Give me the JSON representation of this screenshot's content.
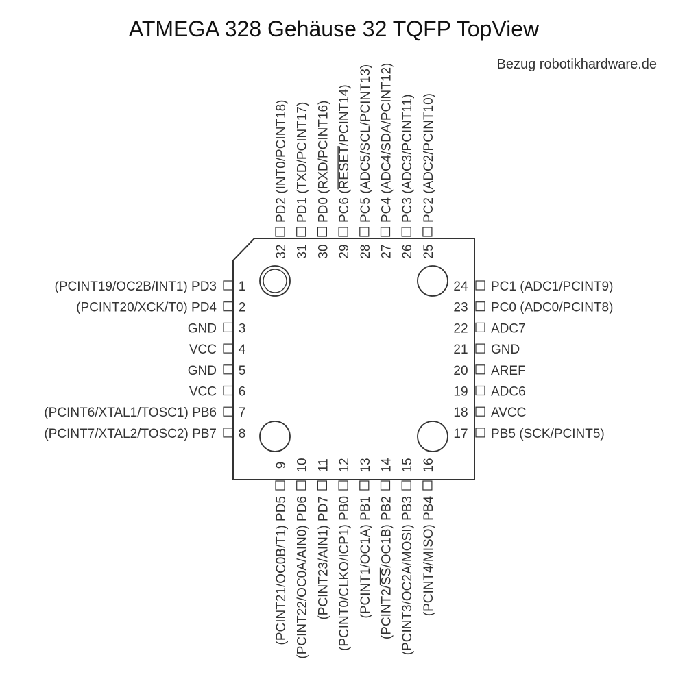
{
  "header": {
    "title": "ATMEGA 328  Gehäuse 32 TQFP TopView",
    "source": "Bezug robotikhardware.de"
  },
  "pins": [
    {
      "num": "1",
      "label": "(PCINT19/OC2B/INT1) PD3"
    },
    {
      "num": "2",
      "label": "(PCINT20/XCK/T0) PD4"
    },
    {
      "num": "3",
      "label": "GND"
    },
    {
      "num": "4",
      "label": "VCC"
    },
    {
      "num": "5",
      "label": "GND"
    },
    {
      "num": "6",
      "label": "VCC"
    },
    {
      "num": "7",
      "label": "(PCINT6/XTAL1/TOSC1) PB6"
    },
    {
      "num": "8",
      "label": "(PCINT7/XTAL2/TOSC2) PB7"
    },
    {
      "num": "9",
      "label": "(PCINT21/OC0B/T1) PD5"
    },
    {
      "num": "10",
      "label": "(PCINT22/OC0A/AIN0) PD6"
    },
    {
      "num": "11",
      "label": "(PCINT23/AIN1) PD7"
    },
    {
      "num": "12",
      "label": "(PCINT0/CLKO/ICP1) PB0"
    },
    {
      "num": "13",
      "label": "(PCINT1/OC1A) PB1"
    },
    {
      "num": "14",
      "label": "(PCINT2/SS/OC1B) PB2",
      "overline": "SS"
    },
    {
      "num": "15",
      "label": "(PCINT3/OC2A/MOSI) PB3"
    },
    {
      "num": "16",
      "label": "(PCINT4/MISO) PB4"
    },
    {
      "num": "17",
      "label": "PB5 (SCK/PCINT5)"
    },
    {
      "num": "18",
      "label": "AVCC"
    },
    {
      "num": "19",
      "label": "ADC6"
    },
    {
      "num": "20",
      "label": "AREF"
    },
    {
      "num": "21",
      "label": "GND"
    },
    {
      "num": "22",
      "label": "ADC7"
    },
    {
      "num": "23",
      "label": "PC0 (ADC0/PCINT8)"
    },
    {
      "num": "24",
      "label": "PC1 (ADC1/PCINT9)"
    },
    {
      "num": "25",
      "label": "PC2 (ADC2/PCINT10)"
    },
    {
      "num": "26",
      "label": "PC3 (ADC3/PCINT11)"
    },
    {
      "num": "27",
      "label": "PC4 (ADC4/SDA/PCINT12)"
    },
    {
      "num": "28",
      "label": "PC5 (ADC5/SCL/PCINT13)"
    },
    {
      "num": "29",
      "label": "PC6 (RESET/PCINT14)",
      "overline": "RESET"
    },
    {
      "num": "30",
      "label": "PD0 (RXD/PCINT16)"
    },
    {
      "num": "31",
      "label": "PD1 (TXD/PCINT17)"
    },
    {
      "num": "32",
      "label": "PD2 (INT0/PCINT18)"
    }
  ]
}
